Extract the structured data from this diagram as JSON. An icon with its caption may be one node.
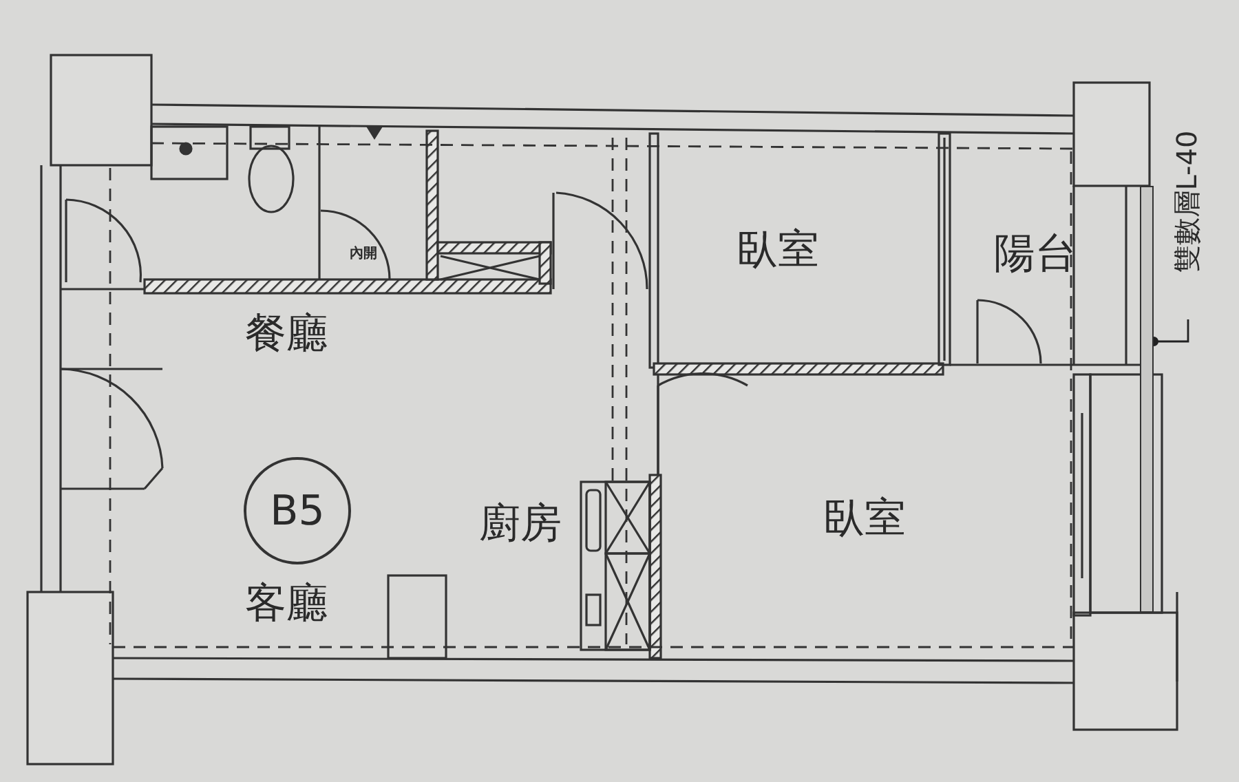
{
  "diagram": {
    "nodes": [
      {
        "text": [
          "B5"
        ]
      },
      {
        "text": [
          "雙數層L-40"
        ]
      },
      {
        "text": [],
        "shape": "bar"
      }
    ],
    "edges": [
      {
        "from": 1,
        "to": 2,
        "arrow": "other"
      }
    ],
    "labels": [
      "臥室",
      "內開",
      "陽台",
      "餐廳",
      "廚房",
      "臥室",
      "客廳"
    ]
  }
}
